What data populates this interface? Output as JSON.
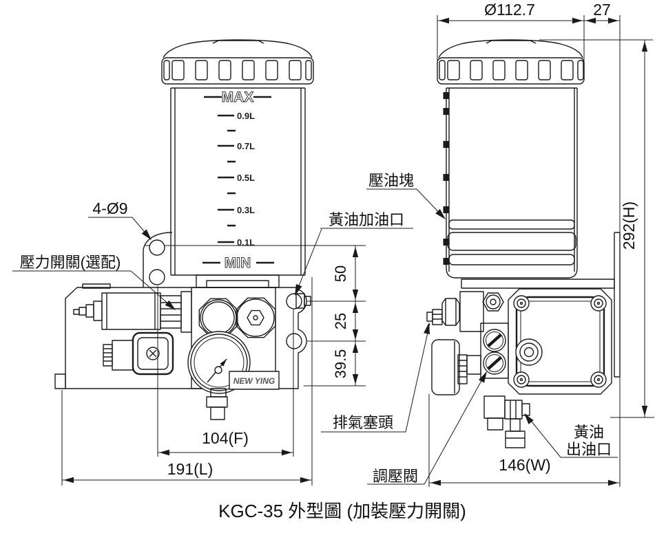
{
  "colors": {
    "background": "#ffffff",
    "line": "#1a1a1a"
  },
  "title": "KGC-35 外型圖 (加裝壓力開關)",
  "front_view": {
    "brand_plate": "NEW YING",
    "reservoir": {
      "max_label": "MAX",
      "min_label": "MIN",
      "tick_labels": [
        "0.9L",
        "0.7L",
        "0.5L",
        "0.3L",
        "0.1L"
      ]
    }
  },
  "callouts": {
    "mounting_holes": "4-Ø9",
    "pressure_switch": "壓力開關(選配)",
    "grease_fill_port": "黃油加油口",
    "grease_press_block": "壓油塊",
    "air_vent_plug": "排氣塞頭",
    "pressure_regulating_valve": "調壓閥",
    "grease_outlet_line1": "黃油",
    "grease_outlet_line2": "出油口"
  },
  "dimensions": {
    "cap_diameter": "Ø112.7",
    "cap_side_offset": "27",
    "total_height": "292(H)",
    "port_to_hole": "50",
    "hole_spacing": "25",
    "hole_to_base": "39.5",
    "hole_span_front": "104(F)",
    "overall_length": "191(L)",
    "overall_width": "146(W)"
  }
}
